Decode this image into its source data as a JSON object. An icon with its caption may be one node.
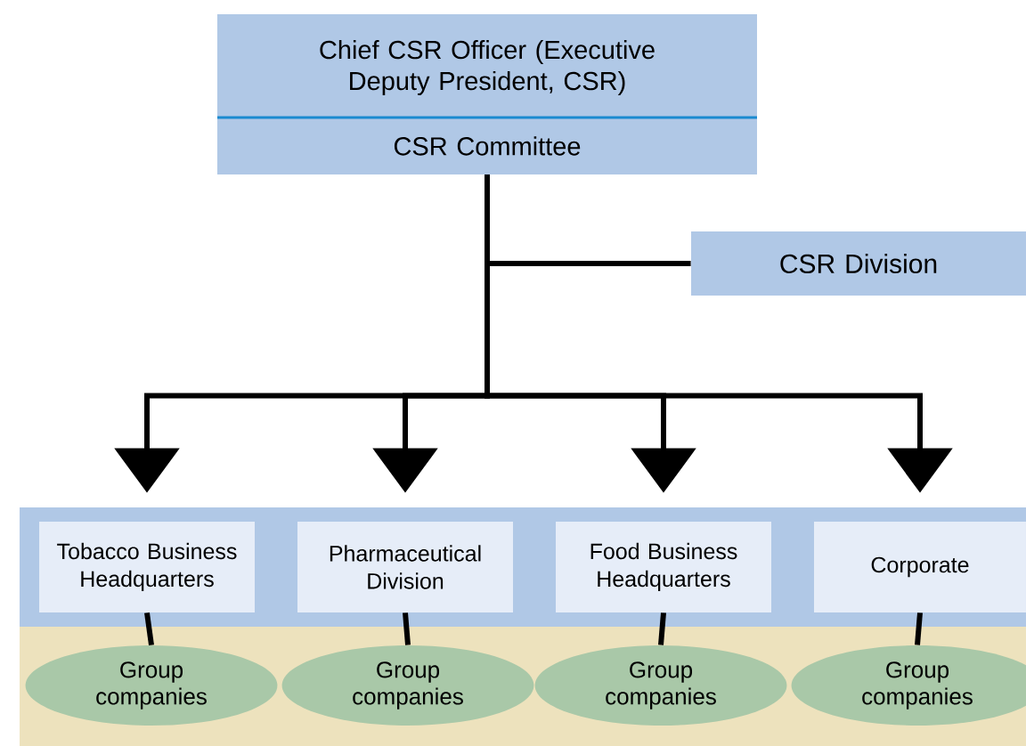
{
  "diagram": {
    "nodes": [
      {
        "text": [
          "Chief CSR Officer (Executive Deputy President, CSR)",
          "CSR Committee"
        ]
      },
      {
        "text": [
          "CSR Division"
        ]
      },
      {
        "text": [
          "Tobacco Business Headquarters"
        ]
      },
      {
        "text": [
          "Pharmaceutical Division"
        ]
      },
      {
        "text": [
          "Food Business Headquarters"
        ]
      },
      {
        "text": [
          "Corporate"
        ]
      },
      {
        "text": [
          "Group companies"
        ]
      },
      {
        "text": [
          "Group companies"
        ]
      },
      {
        "text": [
          "Group companies"
        ]
      },
      {
        "text": [
          "Group companies"
        ]
      }
    ],
    "edges": [
      {
        "from": 0,
        "to": 1,
        "arrow": "none"
      },
      {
        "from": 0,
        "to": 2,
        "arrow": "to"
      },
      {
        "from": 0,
        "to": 3,
        "arrow": "to"
      },
      {
        "from": 0,
        "to": 4,
        "arrow": "to"
      },
      {
        "from": 0,
        "to": 5,
        "arrow": "to"
      },
      {
        "from": 2,
        "to": 6,
        "arrow": "none"
      },
      {
        "from": 3,
        "to": 7,
        "arrow": "none"
      },
      {
        "from": 4,
        "to": 8,
        "arrow": "none"
      },
      {
        "from": 5,
        "to": 9,
        "arrow": "none"
      }
    ]
  }
}
